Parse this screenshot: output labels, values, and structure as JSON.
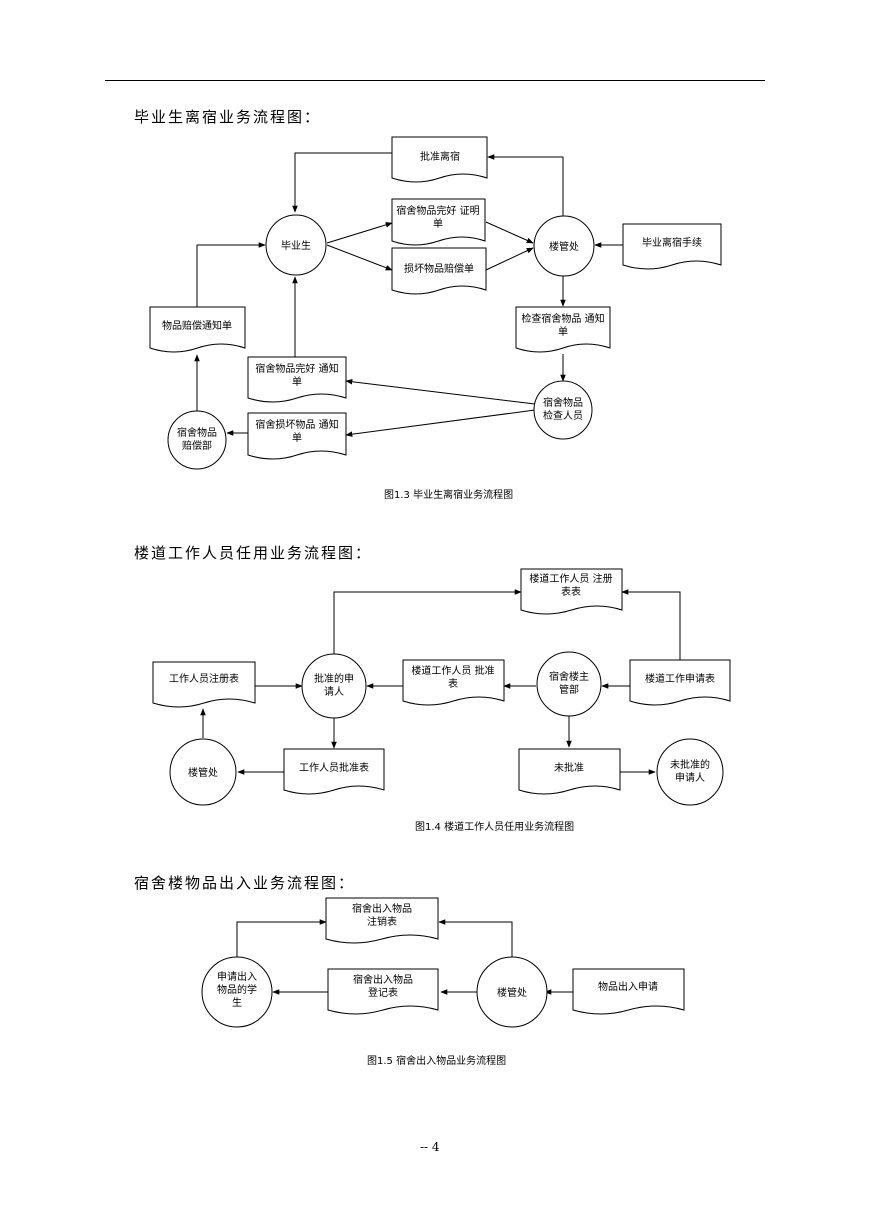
{
  "page_number": "-- 4",
  "sections": [
    {
      "heading": "毕业生离宿业务流程图：",
      "caption": "图1.3 毕业生离宿业务流程图",
      "nodes": {
        "approve_leave": [
          "批准离宿"
        ],
        "graduate": [
          "毕业生"
        ],
        "intact_cert": [
          "宿舍物品完好 证明",
          "单"
        ],
        "damage_comp": [
          "损坏物品赔偿单"
        ],
        "building_office": [
          "楼管处"
        ],
        "leave_procedure": [
          "毕业离宿手续"
        ],
        "comp_notice": [
          "物品赔偿通知单"
        ],
        "check_notice": [
          "检查宿舍物品 通知",
          "单"
        ],
        "intact_notice": [
          "宿舍物品完好 通知",
          "单"
        ],
        "inspector": [
          "宿舍物品",
          "检查人员"
        ],
        "damage_notice": [
          "宿舍损坏物品 通知",
          "单"
        ],
        "comp_dept": [
          "宿舍物品",
          "赔偿部"
        ]
      }
    },
    {
      "heading": "楼道工作人员任用业务流程图：",
      "caption": "图1.4 楼道工作人员任用业务流程图",
      "nodes": {
        "staff_register": [
          "楼道工作人员 注册",
          "表表"
        ],
        "worker_register": [
          "工作人员注册表"
        ],
        "approved_applicant": [
          "批准的申",
          "请人"
        ],
        "staff_approval": [
          "楼道工作人员 批准",
          "表"
        ],
        "dorm_manager": [
          "宿舍楼主",
          "管部"
        ],
        "work_application": [
          "楼道工作申请表"
        ],
        "building_office": [
          "楼管处"
        ],
        "worker_approval": [
          "工作人员批准表"
        ],
        "not_approved": [
          "未批准"
        ],
        "rejected_applicant": [
          "未批准的",
          "申请人"
        ]
      }
    },
    {
      "heading": "宿舍楼物品出入业务流程图：",
      "caption": "图1.5 宿舍出入物品业务流程图",
      "nodes": {
        "cancel_form": [
          "宿舍出入物品",
          "注销表"
        ],
        "student": [
          "申请出入",
          "物品的学",
          "生"
        ],
        "register_form": [
          "宿舍出入物品",
          "登记表"
        ],
        "building_office": [
          "楼管处"
        ],
        "request": [
          "物品出入申请"
        ]
      }
    }
  ]
}
